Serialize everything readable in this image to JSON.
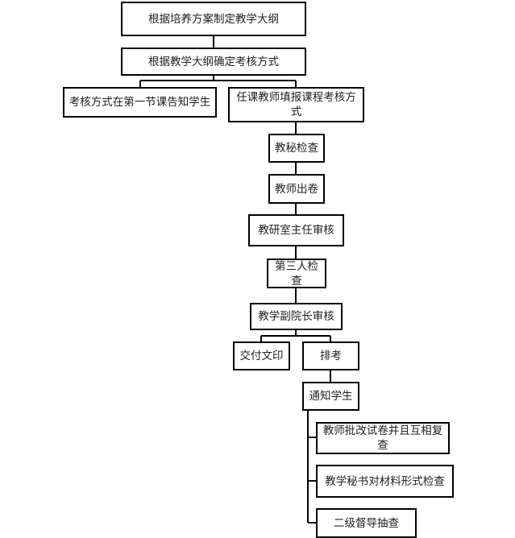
{
  "nodes": {
    "n1": "根据培养方案制定教学大纲",
    "n2": "根据教学大纲确定考核方式",
    "n3": "考核方式在第一节课告知学生",
    "n4": "任课教师填报课程考核方式",
    "n5": "教秘检查",
    "n6": "教师出卷",
    "n7": "教研室主任审核",
    "n8": "第三人检查",
    "n9": "教学副院长审核",
    "n10": "交付文印",
    "n11": "排考",
    "n12": "通知学生",
    "n13": "教师批改试卷并且互相复查",
    "n14": "教学秘书对材料形式检查",
    "n15": "二级督导抽查"
  }
}
